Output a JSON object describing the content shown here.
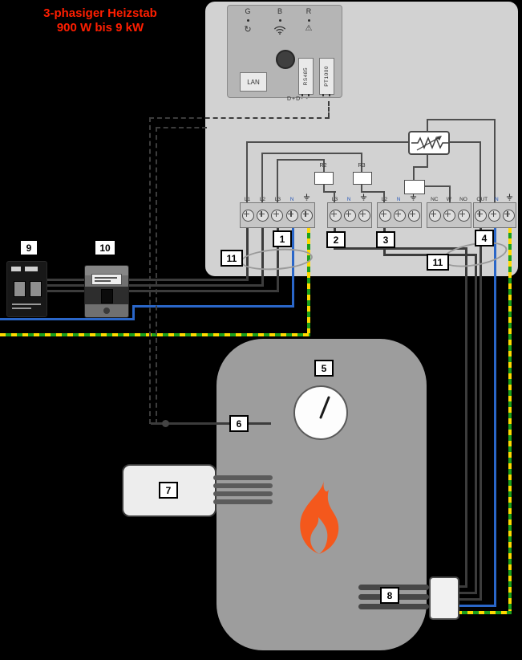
{
  "title": {
    "line1": "3-phasiger Heizstab",
    "line2": "900 W bis 9 kW"
  },
  "controller": {
    "status_leds": [
      "G",
      "B",
      "R"
    ],
    "lan_label": "LAN",
    "rs485_label": "RS485",
    "pt1000_label": "PT1000",
    "data_pins_label": "D+D- -",
    "relays": [
      "R2",
      "R3"
    ],
    "terminal_blocks": [
      {
        "name": "mains-input",
        "labels": [
          "L1",
          "L2",
          "L3",
          "N",
          "PE"
        ]
      },
      {
        "name": "output-l3",
        "labels": [
          "L3",
          "N",
          "PE"
        ]
      },
      {
        "name": "output-l2",
        "labels": [
          "L2",
          "N",
          "PE"
        ]
      },
      {
        "name": "relay-contacts",
        "labels": [
          "NC",
          "W",
          "NO"
        ]
      },
      {
        "name": "output-l1",
        "labels": [
          "OUT",
          "N",
          "PE"
        ]
      }
    ]
  },
  "icon_glyphs": {
    "refresh": "↻",
    "warning": "⚠"
  },
  "icons": [
    "refresh-icon",
    "wifi-icon",
    "warning-icon",
    "earth-icon",
    "resistor-icon",
    "flame-icon",
    "gauge-icon"
  ],
  "tags": [
    "1",
    "2",
    "3",
    "4",
    "5",
    "6",
    "7",
    "8",
    "9",
    "10",
    "11",
    "11"
  ],
  "colors": {
    "background": "#000000",
    "title_red": "#ff1e00",
    "controller_gray": "#d2d2d2",
    "wire_black": "#3c3c3c",
    "wire_blue": "#2a66c8",
    "pe_yellow": "#ffd900",
    "pe_green": "#1ca01c",
    "tank_gray": "#9d9d9d",
    "flame_orange": "#f4581c"
  }
}
